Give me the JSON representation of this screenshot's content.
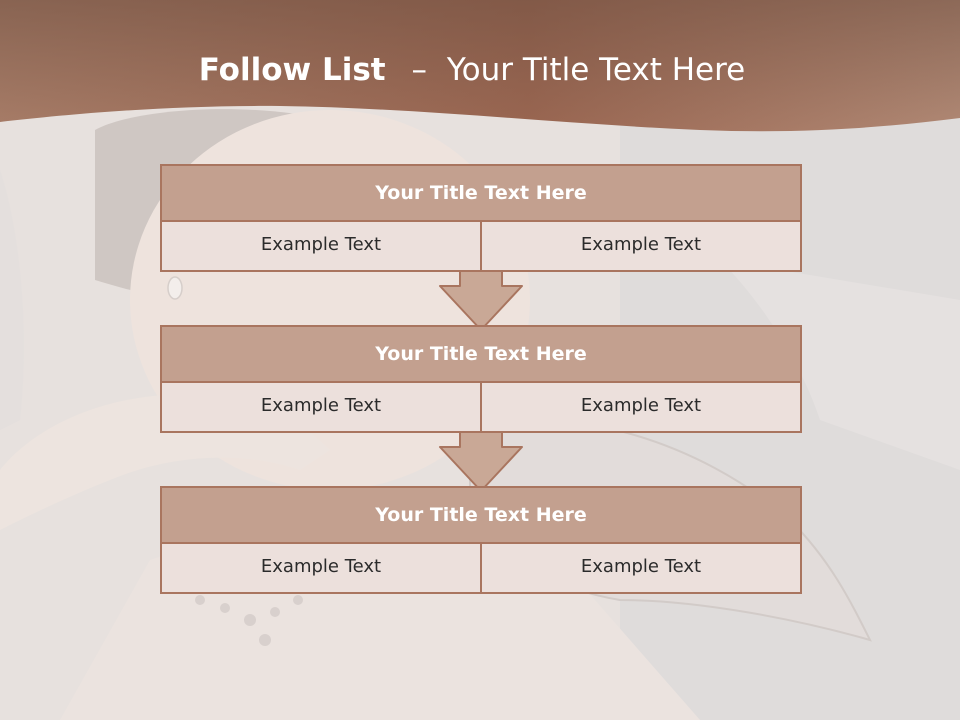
{
  "slide": {
    "title_bold": "Follow List",
    "title_separator": "–",
    "title_rest": "Your Title Text Here"
  },
  "rows": [
    {
      "title": "Your Title Text Here",
      "cells": [
        "Example Text",
        "Example Text"
      ]
    },
    {
      "title": "Your Title Text Here",
      "cells": [
        "Example Text",
        "Example Text"
      ]
    },
    {
      "title": "Your Title Text Here",
      "cells": [
        "Example Text",
        "Example Text"
      ]
    }
  ],
  "colors": {
    "header_band": "#9c6a52",
    "box_title_fill": "#c3a08f",
    "box_border": "#a9755f",
    "box_body_fill": "#ece0dc",
    "arrow_fill": "#c9a896"
  }
}
